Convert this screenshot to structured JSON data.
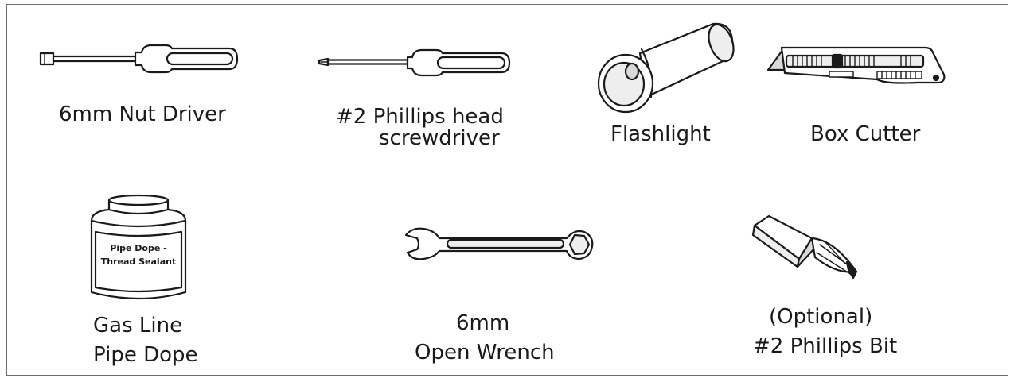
{
  "tools": {
    "nut_driver": {
      "label": "6mm Nut Driver",
      "icon": "nut-driver-icon"
    },
    "phillips_screwdriver": {
      "label_line1": "#2 Phillips head",
      "label_line2": "screwdriver",
      "icon": "phillips-screwdriver-icon"
    },
    "flashlight": {
      "label": "Flashlight",
      "icon": "flashlight-icon"
    },
    "box_cutter": {
      "label": "Box Cutter",
      "icon": "box-cutter-icon"
    },
    "pipe_dope": {
      "label_line1": "Gas Line",
      "label_line2": "Pipe Dope",
      "jar_label_line1": "Pipe Dope -",
      "jar_label_line2": "Thread Sealant",
      "icon": "pipe-dope-jar-icon"
    },
    "open_wrench": {
      "label_line1": "6mm",
      "label_line2": "Open Wrench",
      "icon": "combination-wrench-icon"
    },
    "phillips_bit": {
      "label_line1": "(Optional)",
      "label_line2": "#2 Phillips Bit",
      "icon": "phillips-bit-icon"
    }
  }
}
